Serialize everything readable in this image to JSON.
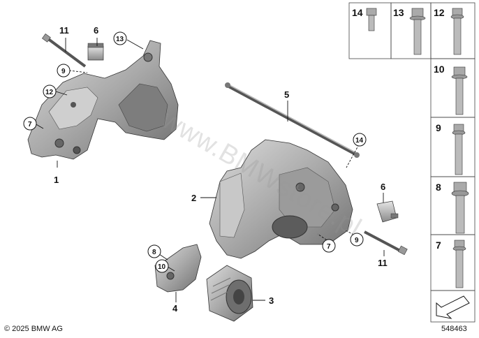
{
  "callouts": {
    "c1": "1",
    "c2": "2",
    "c3": "3",
    "c4": "4",
    "c5": "5",
    "c6a": "6",
    "c6b": "6",
    "c7a": "7",
    "c7b": "7",
    "c8": "8",
    "c9a": "9",
    "c9b": "9",
    "c10": "10",
    "c11a": "11",
    "c11b": "11",
    "c12": "12",
    "c13": "13",
    "c14": "14"
  },
  "parts_panel": {
    "items": [
      "14",
      "13",
      "12",
      "10",
      "9",
      "8",
      "7"
    ]
  },
  "footer": {
    "copyright": "© 2025 BMW AG",
    "diagram_number": "548463"
  },
  "watermark": "www.BMWstore.pl",
  "colors": {
    "part_fill": "#b9b9b9",
    "part_shade": "#8e8e8e",
    "line": "#111111",
    "panel_border": "#444444"
  }
}
